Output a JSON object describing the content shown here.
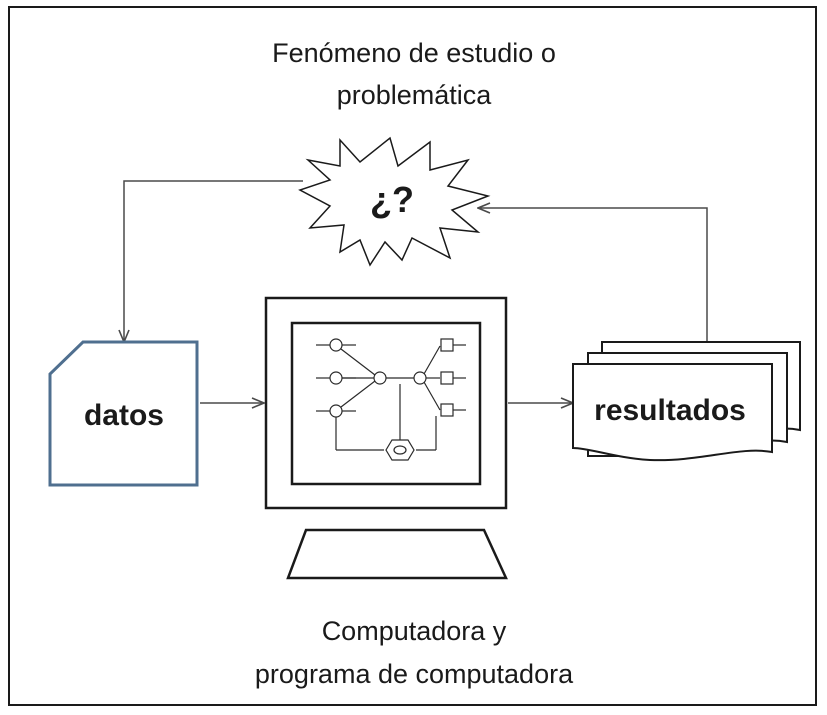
{
  "diagram": {
    "top_caption": [
      "Fenómeno de estudio o",
      "problemática"
    ],
    "burst_text": "¿?",
    "input_label": "datos",
    "output_label": "resultados",
    "bottom_caption": [
      "Computadora y",
      "programa de computadora"
    ],
    "colors": {
      "line": "#4a4a4a",
      "ink": "#1a1a1a",
      "datos_border": "#4f6f8f"
    }
  }
}
